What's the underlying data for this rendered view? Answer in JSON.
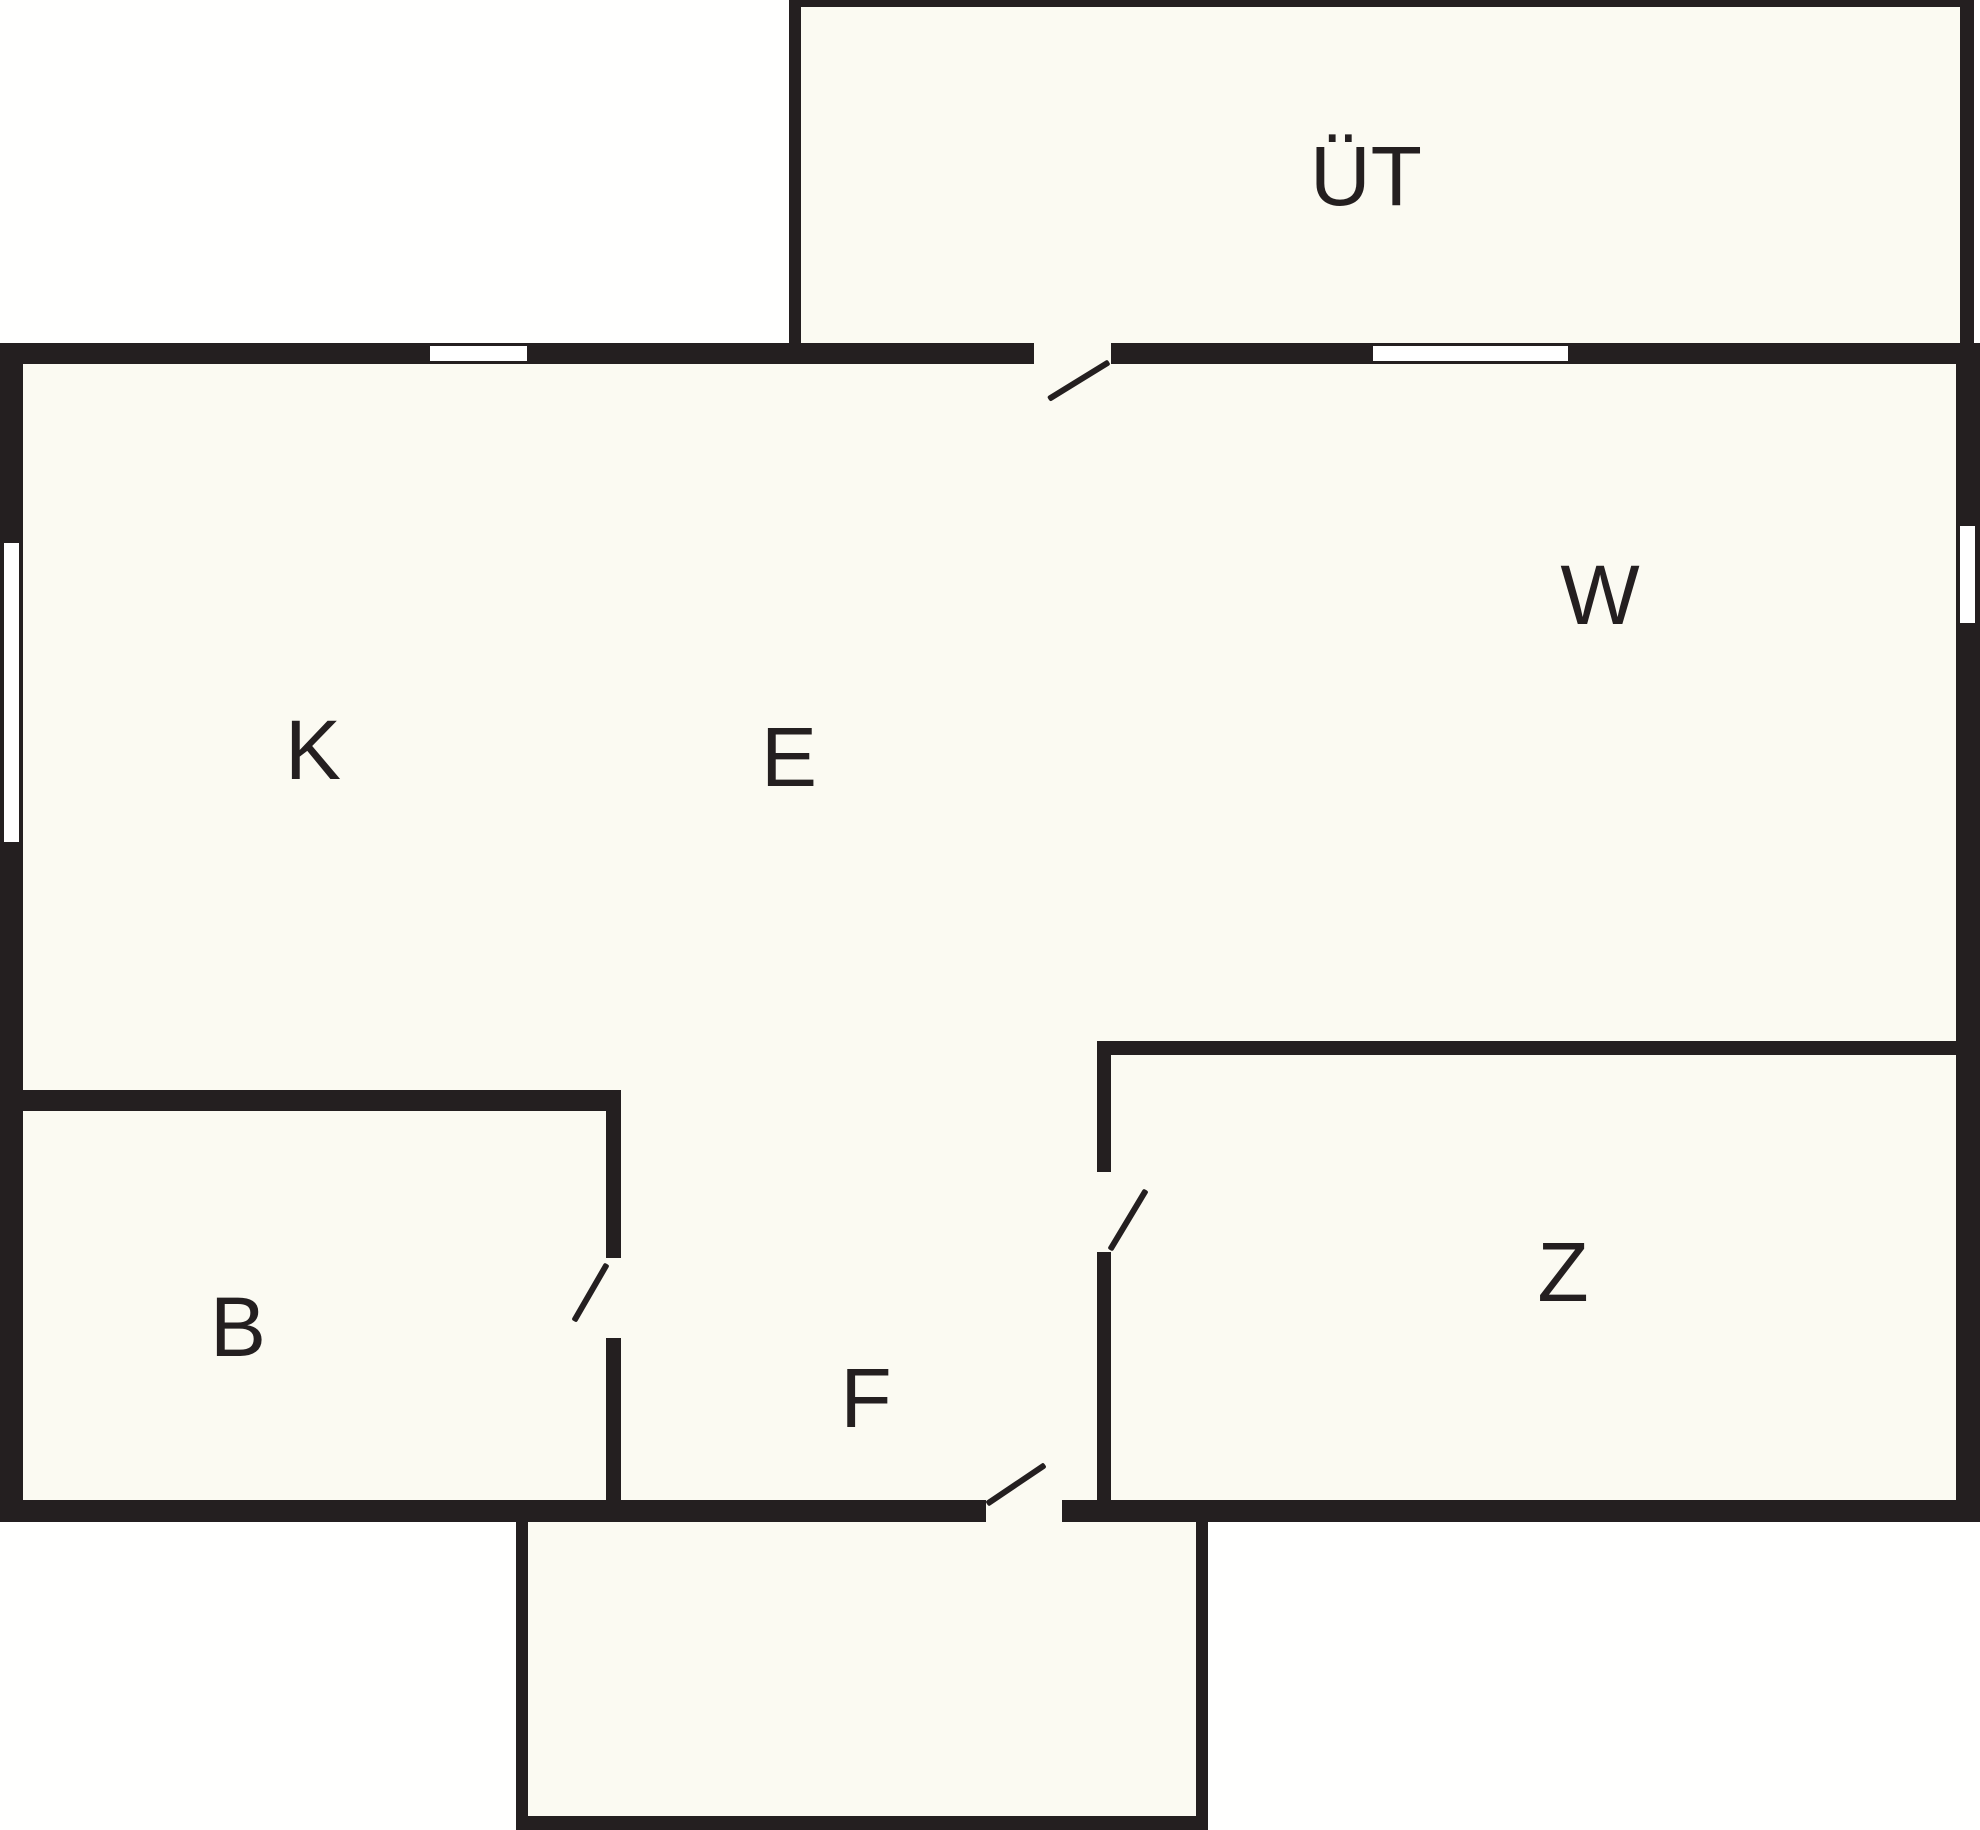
{
  "document": {
    "type": "floor-plan"
  },
  "colors": {
    "wall": "#241f20",
    "floor": "#fbfaf2",
    "background": "#fffffe"
  },
  "rooms": {
    "ut": {
      "label": "ÜT"
    },
    "w": {
      "label": "W"
    },
    "k": {
      "label": "K"
    },
    "e": {
      "label": "E"
    },
    "b": {
      "label": "B"
    },
    "f": {
      "label": "F"
    },
    "z": {
      "label": "Z"
    }
  }
}
